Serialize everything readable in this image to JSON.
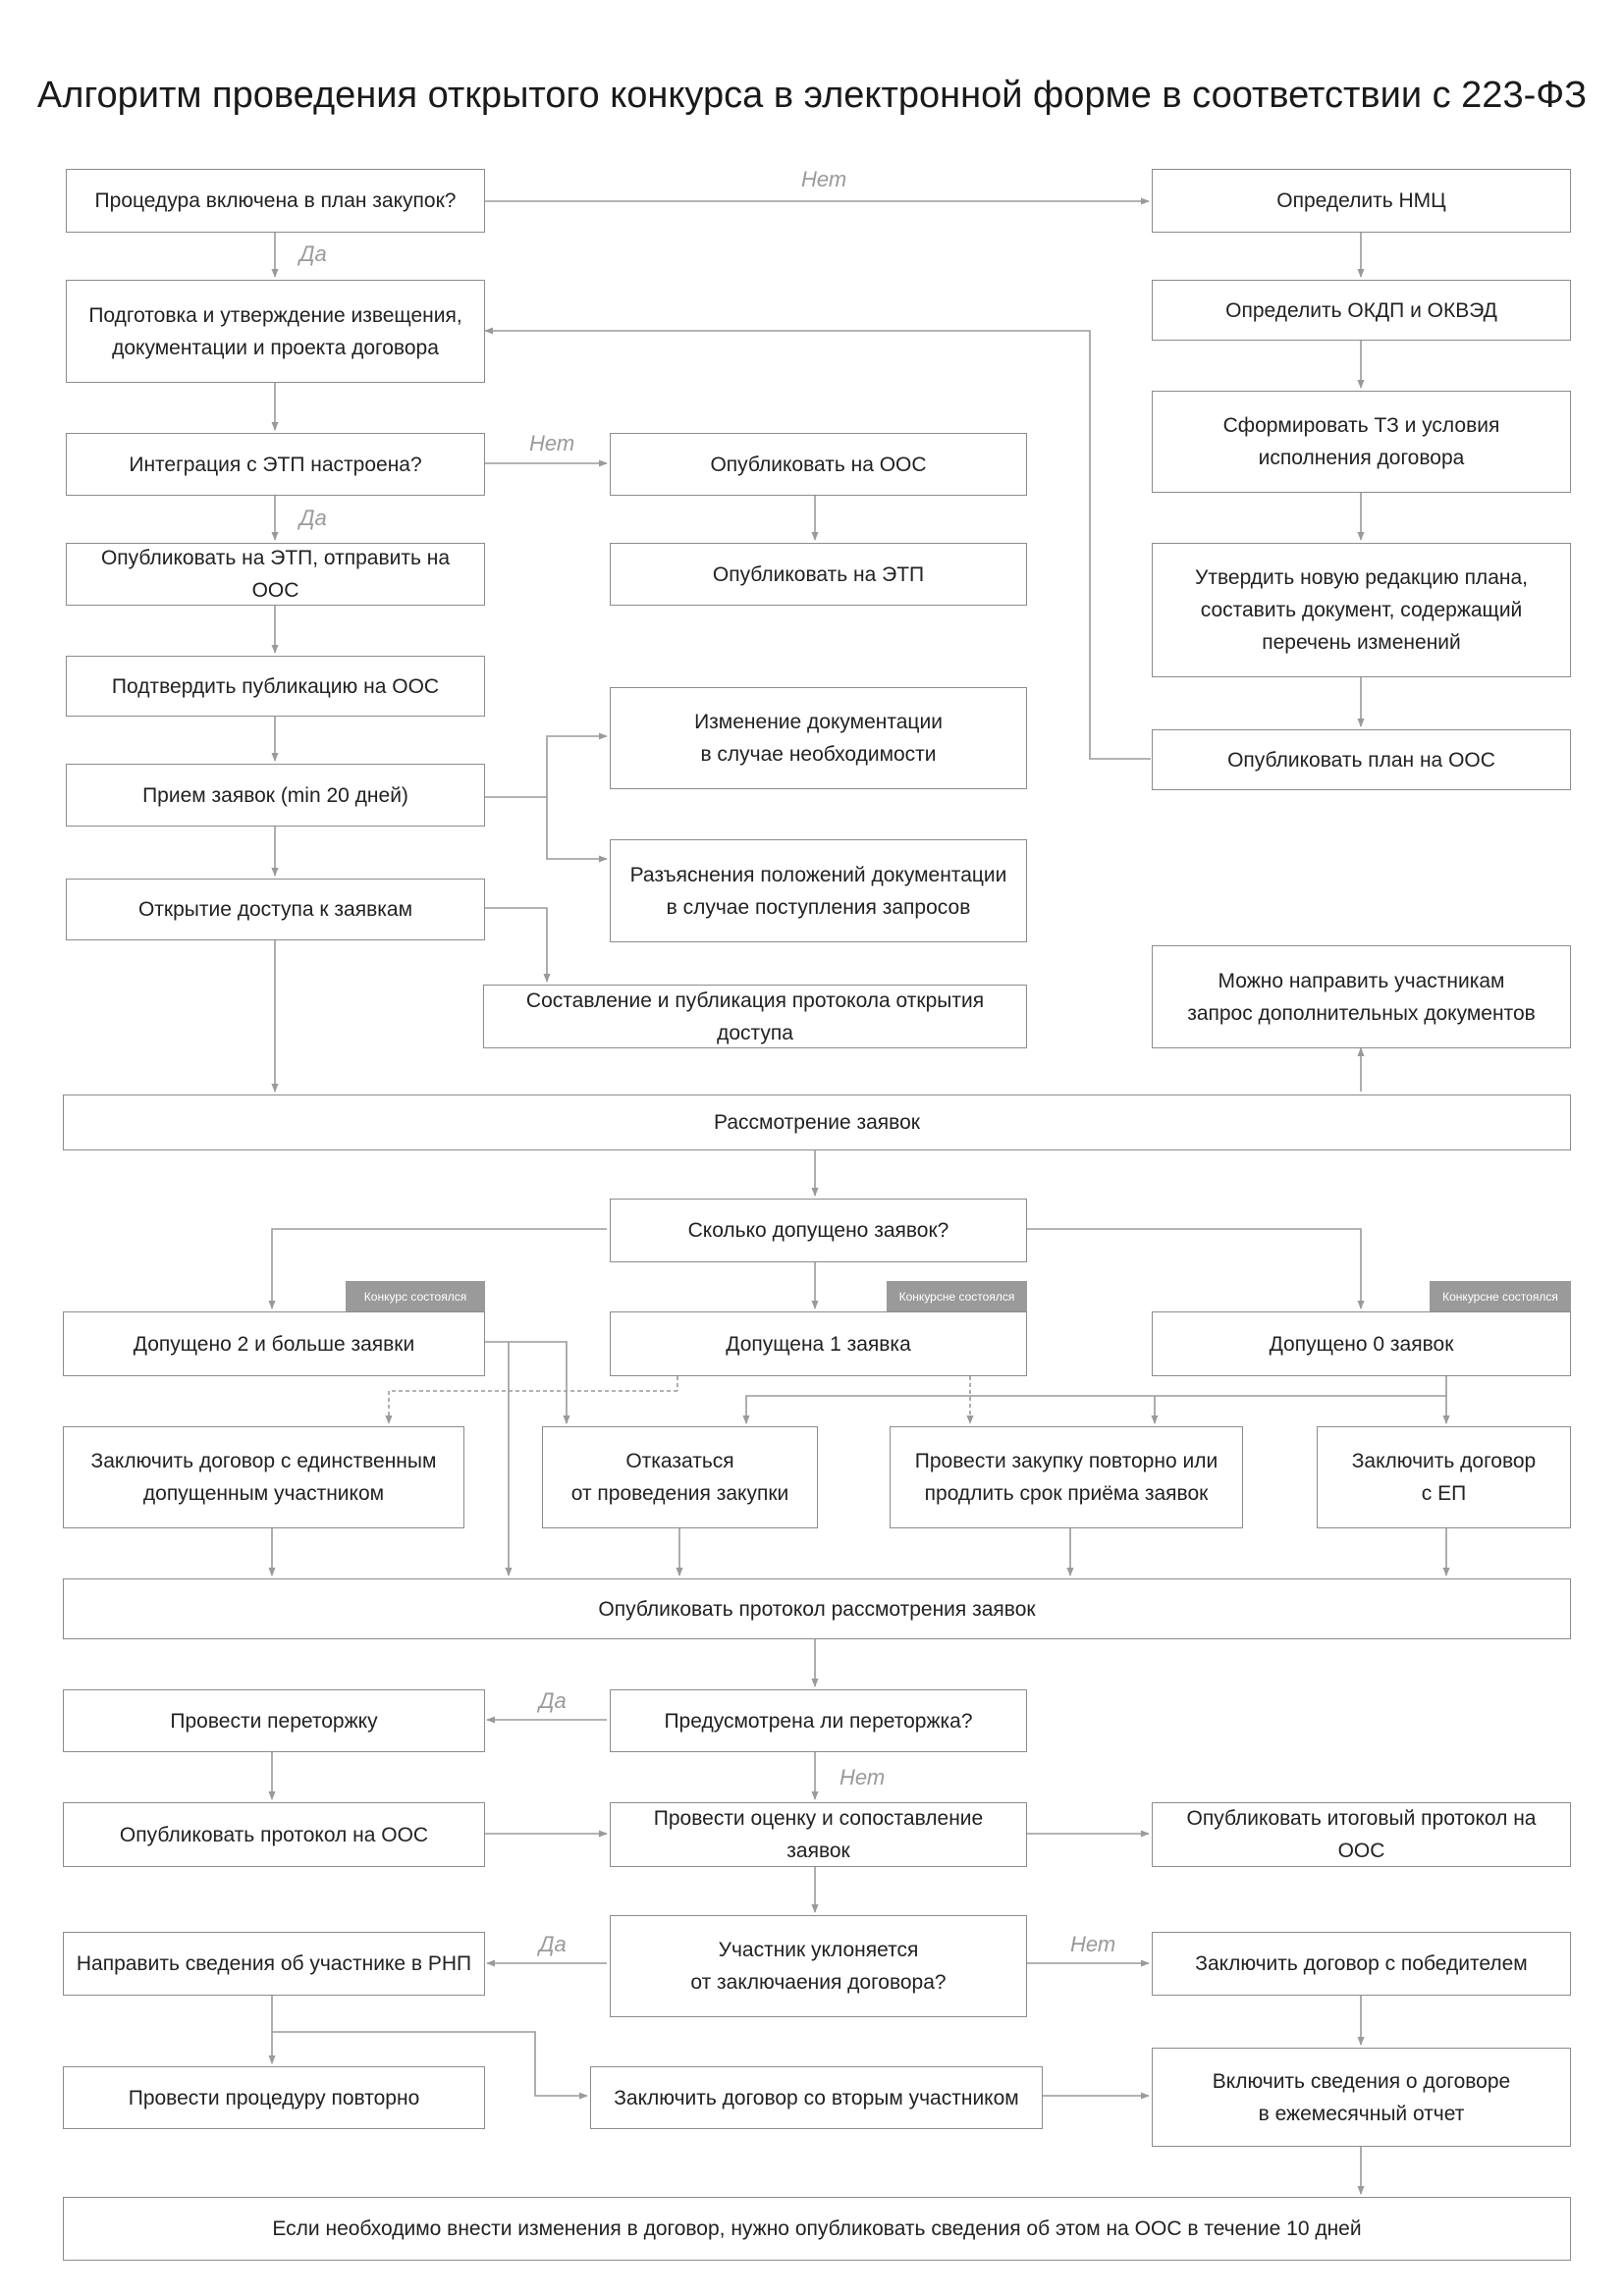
{
  "title": "Алгоритм проведения открытого конкурса в электронной форме в соответствии с 223-ФЗ",
  "nodes": {
    "plan_check": "Процедура включена в план закупок?",
    "prepare": "Подготовка и утверждение извещения,\nдокументации и проекта договора",
    "integration_check": "Интеграция с ЭТП настроена?",
    "publish_etp_send_oos": "Опубликовать на ЭТП, отправить на ООС",
    "confirm_oos": "Подтвердить публикацию на ООС",
    "receive_bids": "Прием заявок (min 20 дней)",
    "open_access": "Открытие доступа к заявкам",
    "publish_oos": "Опубликовать на ООС",
    "publish_etp": "Опубликовать на ЭТП",
    "doc_change": "Изменение документации\nв случае необходимости",
    "clarification": "Разъяснения положений документации\nв случае поступления запросов",
    "open_protocol": "Составление и публикация протокола открытия доступа",
    "determine_nmc": "Определить НМЦ",
    "determine_okdp": "Определить ОКДП и ОКВЭД",
    "form_tz": "Сформировать ТЗ и условия\nисполнения договора",
    "approve_plan": "Утвердить новую редакцию плана,\nсоставить документ, содержащий\nперечень изменений",
    "publish_plan": "Опубликовать план на ООС",
    "request_docs": "Можно направить участникам\nзапрос дополнительных документов",
    "review": "Рассмотрение заявок",
    "how_many": "Сколько допущено заявок?",
    "two_or_more": "Допущено 2 и больше заявки",
    "one_bid": "Допущена 1 заявка",
    "zero_bids": "Допущено 0 заявок",
    "contract_single": "Заключить договор с единственным\nдопущенным участником",
    "refuse": "Отказаться\nот проведения закупки",
    "repeat_or_extend": "Провести закупку повторно или\nпродлить срок приёма заявок",
    "contract_ep": "Заключить договор\nс ЕП",
    "publish_review_protocol": "Опубликовать протокол рассмотрения заявок",
    "rebid_check": "Предусмотрена  ли переторжка?",
    "do_rebid": "Провести переторжку",
    "publish_protocol_oos": "Опубликовать протокол на ООС",
    "evaluate": "Провести оценку и сопоставление заявок",
    "publish_final": "Опубликовать итоговый протокол на ООС",
    "evade_check": "Участник уклоняется\nот заключаения договора?",
    "send_rnp": "Направить сведения об участнике в РНП",
    "contract_winner": "Заключить договор с победителем",
    "repeat_procedure": "Провести процедуру повторно",
    "contract_second": "Заключить договор со вторым участником",
    "monthly_report": "Включить сведения о договоре\nв ежемесячный отчет",
    "final_note": "Если необходимо внести изменения в договор,  нужно опубликовать сведения об этом на ООС в течение 10 дней"
  },
  "tags": {
    "held": "Конкурс состоялся",
    "not_held_1": "Конкурсне состоялся",
    "not_held_2": "Конкурсне состоялся"
  },
  "labels": {
    "no_1": "Нет",
    "yes_1": "Да",
    "no_2": "Нет",
    "yes_2": "Да",
    "yes_3": "Да",
    "no_3": "Нет",
    "yes_4": "Да",
    "no_4": "Нет"
  },
  "colors": {
    "line": "#9a9a9a",
    "border": "#8c8c8c",
    "tag": "#9a9a9a",
    "label": "#9a9a9a"
  }
}
